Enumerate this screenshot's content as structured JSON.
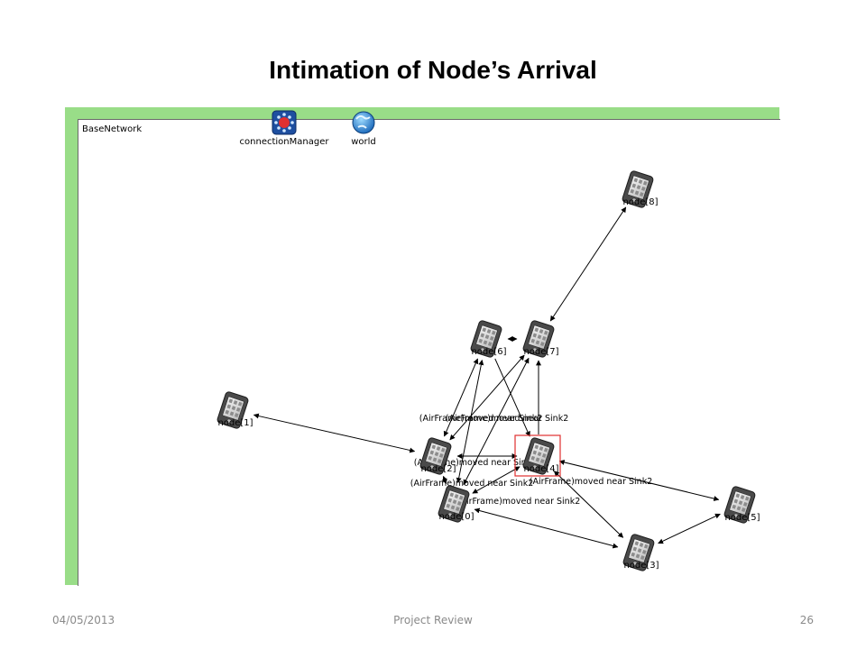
{
  "slide": {
    "title": "Intimation of Node’s Arrival",
    "footer_date": "04/05/2013",
    "footer_center": "Project Review",
    "footer_page": "26"
  },
  "network": {
    "name": "BaseNetwork",
    "modules": [
      {
        "id": "connectionManager",
        "label": "connectionManager",
        "icon": "connection-manager-icon"
      },
      {
        "id": "world",
        "label": "world",
        "icon": "globe-icon"
      }
    ],
    "nodes": [
      {
        "id": "n0",
        "label": "node[0]"
      },
      {
        "id": "n1",
        "label": "node[1]"
      },
      {
        "id": "n2",
        "label": "node[2]"
      },
      {
        "id": "n3",
        "label": "node[3]"
      },
      {
        "id": "n4",
        "label": "node[4]",
        "selected": true
      },
      {
        "id": "n5",
        "label": "node[5]"
      },
      {
        "id": "n6",
        "label": "node[6]"
      },
      {
        "id": "n7",
        "label": "node[7]"
      },
      {
        "id": "n8",
        "label": "node[8]"
      }
    ],
    "messages": [
      "(AirFrame)moved near Sink2",
      "(AirFrame)moved near Sink2",
      "(AirFrame)moved near Sink2",
      "(AirFrame)moved near Sink2",
      "(AirFrame)moved near Sink2",
      "(AirFrame)moved near Sink2"
    ],
    "colors": {
      "frame_green": "#99dd88",
      "selection_red": "#e03030",
      "device_body": "#4a4a4a"
    }
  }
}
